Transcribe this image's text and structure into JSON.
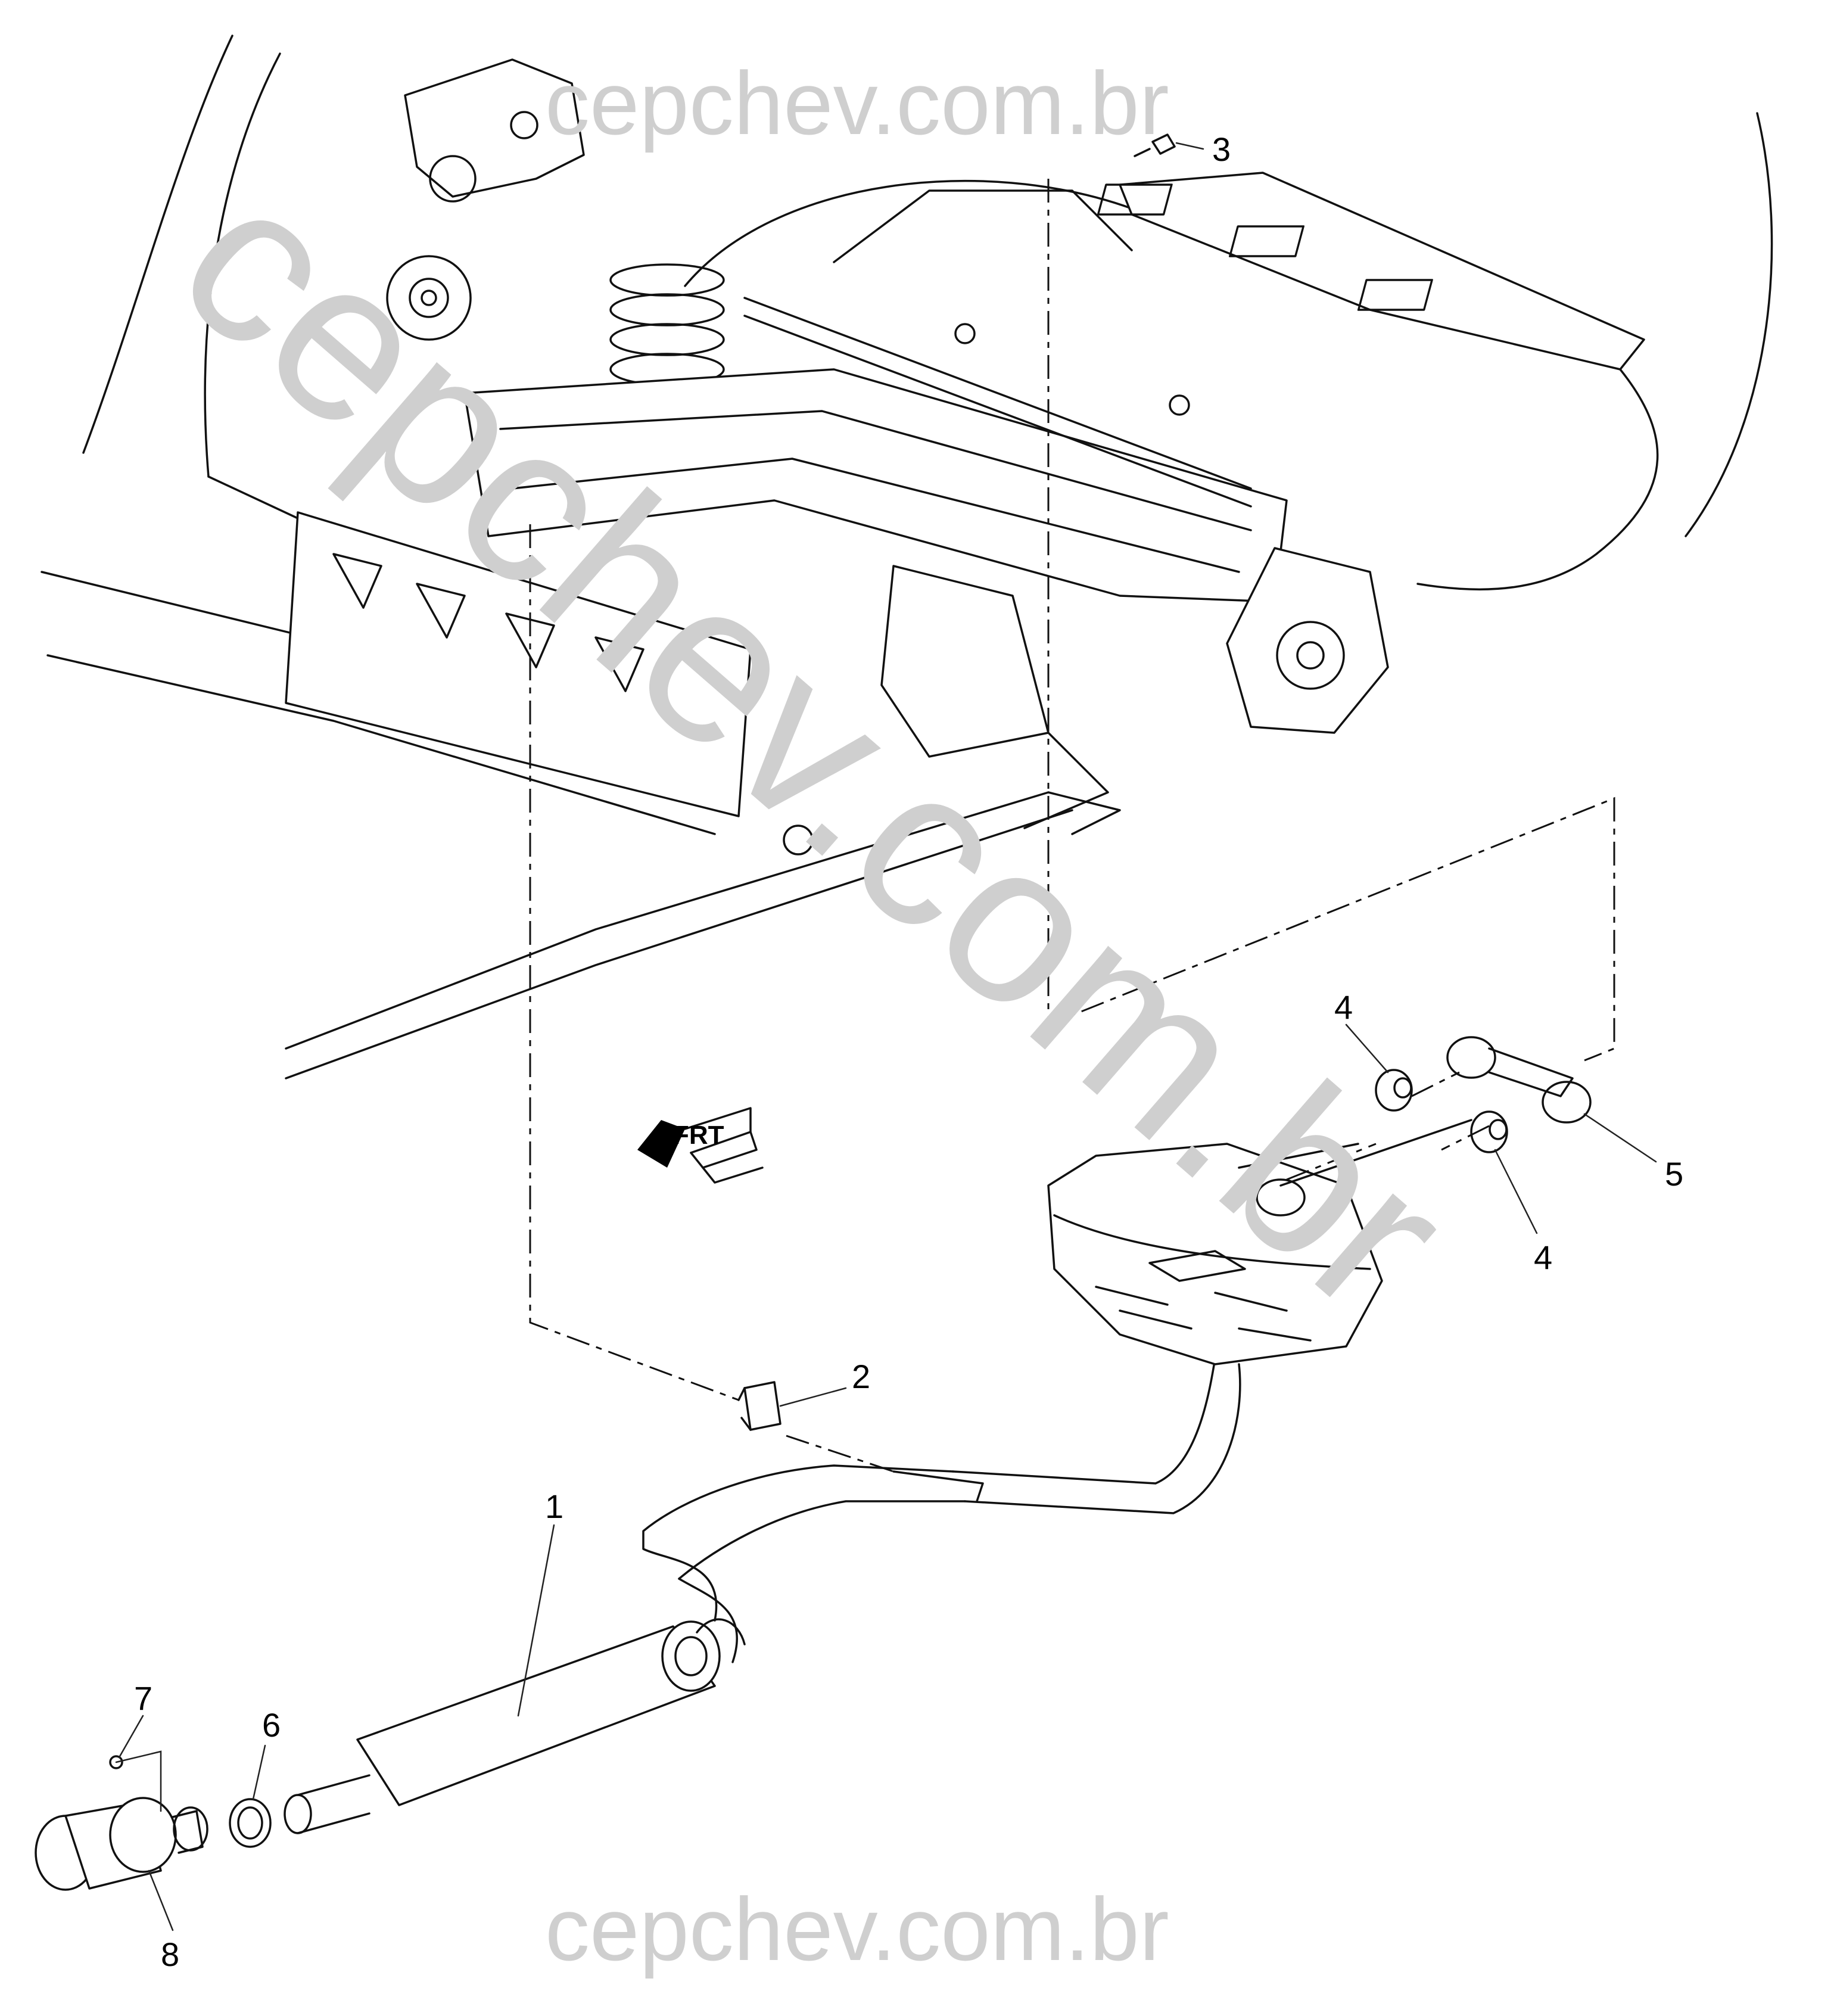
{
  "watermarks": {
    "top": "cepchev.com.br",
    "diagonal": "cepchev.com.br",
    "bottom": "cepchev.com.br"
  },
  "direction_marker": {
    "label": "FRT",
    "icon": "front-arrow-icon"
  },
  "callouts": [
    {
      "id": "1",
      "label": "1"
    },
    {
      "id": "2",
      "label": "2"
    },
    {
      "id": "3",
      "label": "3"
    },
    {
      "id": "4a",
      "label": "4"
    },
    {
      "id": "4b",
      "label": "4"
    },
    {
      "id": "5",
      "label": "5"
    },
    {
      "id": "6",
      "label": "6"
    },
    {
      "id": "7",
      "label": "7"
    },
    {
      "id": "8",
      "label": "8"
    }
  ],
  "colors": {
    "line": "#111111",
    "watermark": "#cfcfcf",
    "background": "#ffffff"
  }
}
